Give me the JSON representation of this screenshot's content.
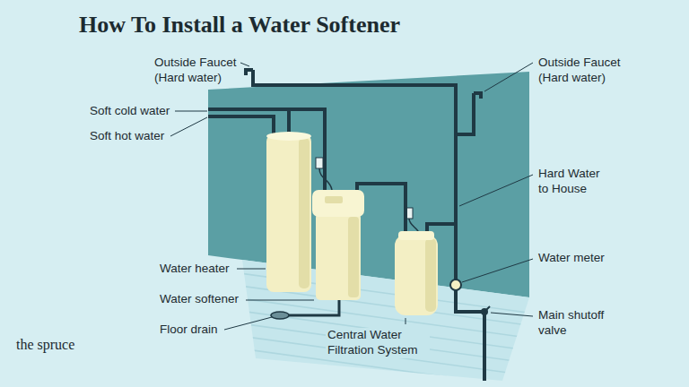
{
  "diagram": {
    "title": "How To Install a Water Softener",
    "labels": [
      "Outside Faucet (Hard water)",
      "Soft cold water",
      "Soft hot water",
      "Outside Faucet (Hard water)",
      "Hard Water to House",
      "Water heater",
      "Water meter",
      "Water softener",
      "Main shutoff valve",
      "Floor drain",
      "Central Water Filtration System",
      "the spruce"
    ]
  }
}
